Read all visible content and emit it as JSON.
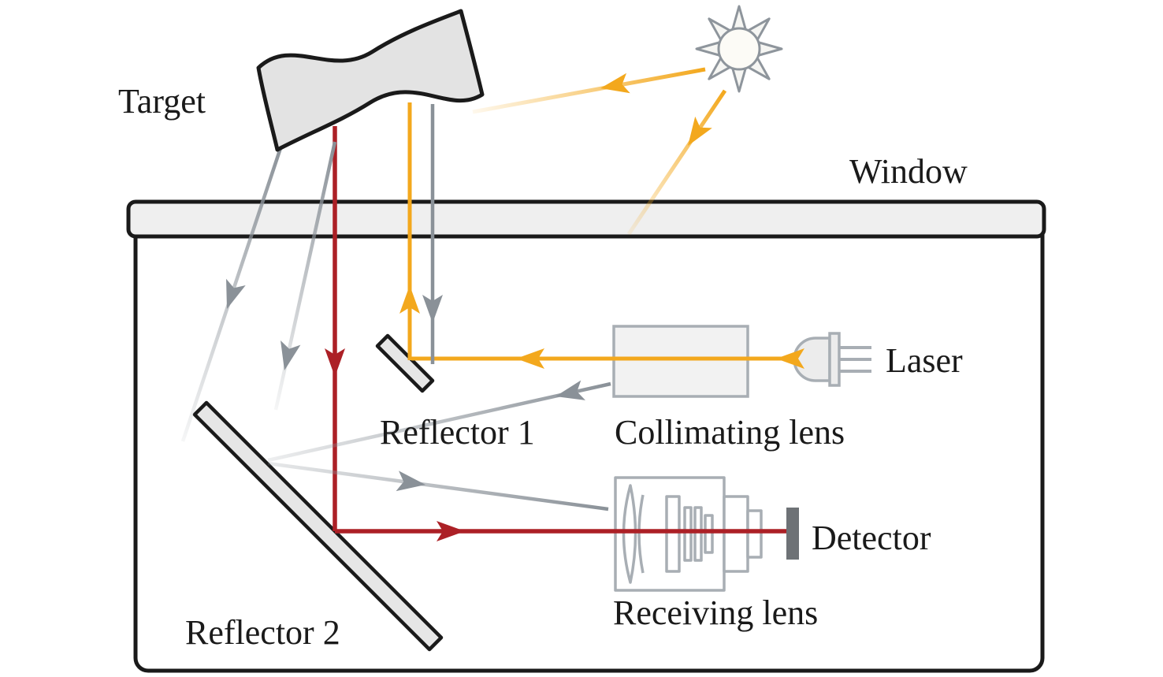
{
  "labels": {
    "target": "Target",
    "window": "Window",
    "reflector1": "Reflector 1",
    "reflector2": "Reflector 2",
    "collimating_lens": "Collimating lens",
    "receiving_lens": "Receiving lens",
    "laser": "Laser",
    "detector": "Detector"
  },
  "colors": {
    "laser_beam": "#F3A81D",
    "return_beam": "#AC2026",
    "stray_light": "#8A9198",
    "outline": "#1A1A1A",
    "component_stroke": "#A8AEB4",
    "component_fill": "#E6E6E6",
    "window_fill": "#EFEFEF",
    "detector_fill": "#6E7276",
    "background": "#FFFFFF"
  }
}
